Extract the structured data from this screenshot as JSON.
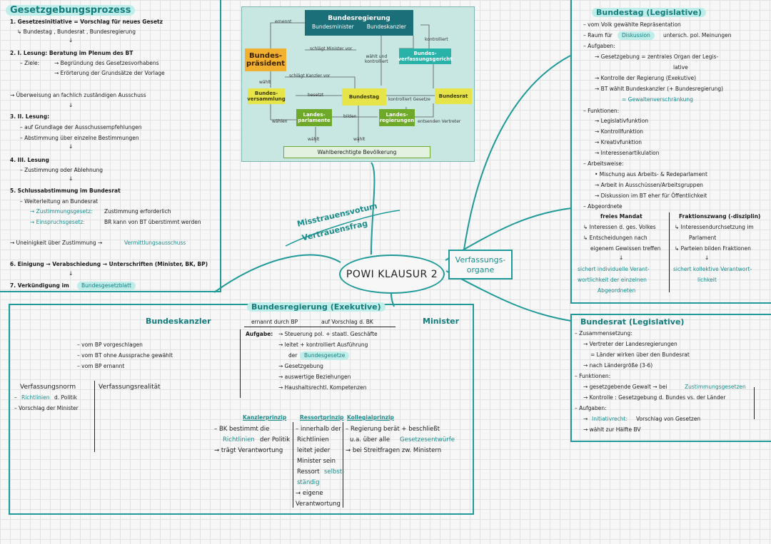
{
  "gesetz": {
    "title": "Gesetzgebungsprozess",
    "l1": "1. Gesetzesinitiative = Vorschlag für neues Gesetz",
    "l2": "↳ Bundestag , Bundesrat , Bundesregierung",
    "l3": "2. I. Lesung: Beratung im Plenum des BT",
    "l4": "– Ziele:",
    "l5": "→ Begründung des Gesetzesvorhabens",
    "l6": "→ Erörterung der Grundsätze der Vorlage",
    "l7": "→ Überweisung an fachlich zuständigen Ausschuss",
    "l8": "3. II. Lesung:",
    "l9": "– auf Grundlage der Ausschussempfehlungen",
    "l10": "– Abstimmung über einzelne Bestimmungen",
    "l11": "4. III. Lesung",
    "l12": "– Zustimmung oder Ablehnung",
    "l13": "5. Schlussabstimmung im Bundesrat",
    "l14": "– Weiterleitung an Bundesrat",
    "l15a": "→ Zustimmungsgesetz:",
    "l15b": "Zustimmung erforderlich",
    "l16a": "→ Einspruchsgesetz:",
    "l16b": "BR kann von BT überstimmt werden",
    "l17a": "→ Uneinigkeit über Zustimmung →",
    "l17b": "Vermittlungsausschuss",
    "l18": "6. Einigung → Verabschiedung → Unterschriften (Minister, BK, BP)",
    "l19a": "7. Verkündigung im",
    "l19b": "Bundesgesetzblatt",
    "arrow": "↓"
  },
  "diagram": {
    "bundesregierung": "Bundesregierung",
    "bundesminister": "Bundesminister",
    "bundeskanzler": "Bundeskanzler",
    "bundespraesident": "Bundes-\npräsident",
    "bverfg": "Bundes-\nverfassungsgericht",
    "bundesversammlung": "Bundes-\nversammlung",
    "bundestag": "Bundestag",
    "bundesrat": "Bundesrat",
    "landesparlamente": "Landes-\nparlamente",
    "landesregierungen": "Landes-\nregierungen",
    "waehler": "Wahlberechtigte Bevölkerung",
    "ernennt": "ernennt",
    "schlaegt_minister": "schlägt Minister vor",
    "kontrolliert": "kontrolliert",
    "waehlt_kontrolliert": "wählt und\nkontrolliert",
    "schlaegt_kanzler": "schlägt Kanzler vor",
    "waehlt": "wählt",
    "besetzt": "besetzt",
    "kontrolliert_gesetze": "kontrolliert Gesetze",
    "waehlen": "wählen",
    "bilden": "bilden",
    "entsenden": "entsenden Vertreter"
  },
  "center": {
    "title": "POWI KLAUSUR 2",
    "verfassungsorgane": "Verfassungs-\norgane",
    "misstrauen": "Misstrauensvotum",
    "vertrauen": "Vertrauensfrag"
  },
  "bundestag": {
    "title": "Bundestag (Legislative)",
    "l1": "– vom Volk gewählte Repräsentation",
    "l2a": "– Raum für",
    "l2b": "Diskussion",
    "l2c": "untersch. pol. Meinungen",
    "l3": "– Aufgaben:",
    "l4": "→ Gesetzgebung = zentrales Organ der Legis-",
    "l4b": "lative",
    "l5": "→ Kontrolle der Regierung (Exekutive)",
    "l6": "→ BT wählt Bundeskanzler (+ Bundesregierung)",
    "l7": "= Gewaltenverschränkung",
    "l8": "– Funktionen:",
    "f1": "→ Legislativfunktion",
    "f2": "→ Kontrollfunktion",
    "f3": "→ Kreativfunktion",
    "f4": "→ Interessenartikulation",
    "l9": "– Arbeitsweise:",
    "a1": "• Mischung aus Arbeits- & Redeparlament",
    "a2": "→ Arbeit in Ausschüssen/Arbeitsgruppen",
    "a3": "→ Diskussion im BT eher für Öffentlichkeit",
    "l10": "– Abgeordnete",
    "mandat": "freies Mandat",
    "zwang": "Fraktionszwang (-disziplin)",
    "m1": "↳ Interessen d. ges. Volkes",
    "m2": "↳ Entscheidungen nach",
    "m3": "eigenem Gewissen treffen",
    "z1": "↳ Interessendurchsetzung im",
    "z2": "Parlament",
    "z3": "↳ Parteien bilden Fraktionen",
    "down": "↓",
    "s1": "sichert individuelle Verant-",
    "s2": "wortlichkeit der einzelnen",
    "s3": "Abgeordneten",
    "k1": "sichert kollektive Verantwort-",
    "k2": "lichkeit"
  },
  "bundesrat": {
    "title": "Bundesrat (Legislative)",
    "l1": "– Zusammensetzung:",
    "l2": "→ Vertreter der Landesregierungen",
    "l3": "= Länder wirken über den Bundesrat",
    "l4": "→ nach Ländergröße (3-6)",
    "l5": "– Funktionen:",
    "l6a": "→ gesetzgebende Gewalt → bei",
    "l6b": "Zustimmungsgesetzen",
    "l7": "→ Kontrolle : Gesetzgebung d. Bundes vs. der Länder",
    "l8": "– Aufgaben:",
    "l9a": "→",
    "l9b": "Initiativrecht:",
    "l9c": "Vorschlag von Gesetzen",
    "l10": "→ wählt zur Hälfte BV"
  },
  "regierung": {
    "title": "Bundesregierung (Exekutive)",
    "kanzler": "Bundeskanzler",
    "minister": "Minister",
    "ernannt": "ernannt durch BP",
    "vorschlag": "auf Vorschlag d. BK",
    "aufgabe": "Aufgabe:",
    "a1": "→ Steuerung pol. + staatl. Geschäfte",
    "a2": "→ leitet + kontrolliert Ausführung",
    "a3a": "der",
    "a3b": "Bundesgesetze",
    "a4": "→ Gesetzgebung",
    "a5": "→ auswertige Beziehungen",
    "a6": "→ Haushaltsrechtl. Kompetenzen",
    "bk1": "– vom BP vorgeschlagen",
    "bk2": "– vom BT ohne Aussprache gewählt",
    "bk3": "– vom BP ernannt",
    "norm": "Verfassungsnorm",
    "realitaet": "Verfassungsrealität",
    "n1a": "–",
    "n1b": "Richtlinien",
    "n1c": "d. Politik",
    "n2": "– Vorschlag der Minister",
    "p1": "Kanzlerprinzip",
    "p2": "Ressortprinzip",
    "p3": "Kollegialprinzip",
    "p1a": "– BK bestimmt die",
    "p1b": "Richtlinien",
    "p1c": "der Politik",
    "p1d": "→ trägt Verantwortung",
    "p2a": "– innerhalb der",
    "p2b": "Richtlinien",
    "p2c": "leitet jeder",
    "p2d": "Minister sein",
    "p2e": "Ressort",
    "p2f": "selbst-",
    "p2g": "ständig",
    "p2h": "→ eigene",
    "p2i": "Verantwortung",
    "p3a": "– Regierung berät + beschließt",
    "p3b": "u.a. über alle",
    "p3c": "Gesetzesentwürfe",
    "p3d": "→ bei Streitfragen zw. Ministern"
  },
  "colors": {
    "accent": "#1f9a99",
    "highlight": "#bfeeea",
    "grid": "#e2e2e2"
  }
}
